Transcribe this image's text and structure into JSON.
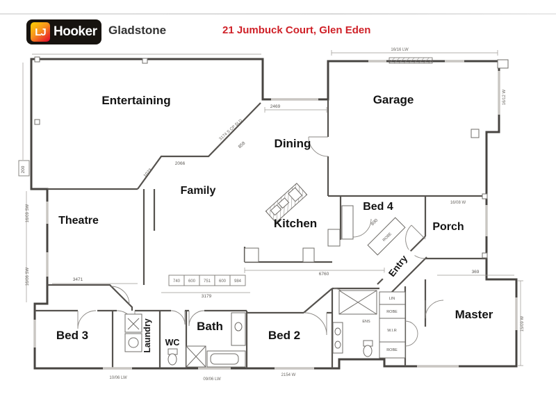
{
  "header": {
    "logo": {
      "lj": "LJ",
      "hooker": "Hooker"
    },
    "office": "Gladstone",
    "address": "21 Jumbuck Court, Glen Eden"
  },
  "colors": {
    "brand_black": "#17130f",
    "brand_yellow": "#ffd100",
    "brand_red": "#e4002b",
    "address_red": "#cf2128",
    "plan_line": "#55524e"
  },
  "rooms": {
    "entertaining": "Entertaining",
    "garage": "Garage",
    "dining": "Dining",
    "family": "Family",
    "theatre": "Theatre",
    "kitchen": "Kitchen",
    "bed4": "Bed 4",
    "porch": "Porch",
    "entry": "Entry",
    "master": "Master",
    "bed3": "Bed 3",
    "laundry": "Laundry",
    "wc": "WC",
    "bath": "Bath",
    "bed2": "Bed 2"
  },
  "fixtures": {
    "lin": "LIN",
    "robe_top": "ROBE",
    "wir": "W.I.R",
    "robe_bottom": "ROBE",
    "ens": "ENS",
    "robe_bed4": "ROBE"
  },
  "dims": {
    "d2469": "2469",
    "d2066": "2066",
    "d1073": "1073",
    "d3174": "3174 S CP SLD",
    "d858": "858",
    "d3471": "3471",
    "d6760": "6760",
    "d3179": "3179",
    "b1": "740",
    "b2": "600",
    "b3": "751",
    "b4": "600",
    "b5": "984",
    "d369": "369",
    "d890": "890",
    "d200": "200",
    "w_garage_top": "16/16 LW",
    "w_garage_right": "16/12 W",
    "w_porch": "16/08 W",
    "w_master_right": "15/09 W",
    "w_left_theatre": "16/09 SW",
    "w_left_bed3": "16/06 SW",
    "w_bottom1": "10/06 LW",
    "w_bottom2": "09/06 LW",
    "w_bottom3": "2154 W"
  }
}
